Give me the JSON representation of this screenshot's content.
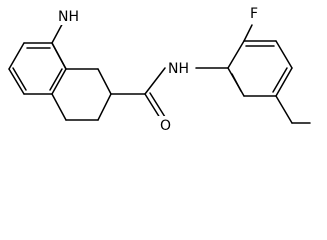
{
  "molecule": {
    "atoms": {
      "fluorine": "F",
      "amide_nitrogen": "NH",
      "ring_nitrogen": "NH",
      "carbonyl_oxygen": "O"
    },
    "ink_color": "#000000",
    "background_color": "#ffffff"
  }
}
